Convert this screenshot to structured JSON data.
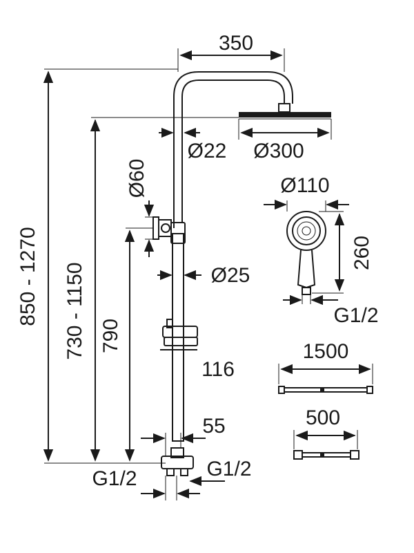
{
  "dimensions": {
    "arm_width": "350",
    "head_diameter": "Ø300",
    "pipe_diameter_upper": "Ø22",
    "total_height_range": "850 - 1270",
    "head_height_range": "730 - 1150",
    "holder_diameter": "Ø60",
    "holder_height": "790",
    "pipe_diameter_lower": "Ø25",
    "slider_dim": "116",
    "valve_width": "55",
    "inlet_left": "G1/2",
    "inlet_right": "G1/2",
    "hand_diameter": "Ø110",
    "hand_length": "260",
    "hand_thread": "G1/2",
    "hose_length": "1500",
    "bar_length": "500"
  }
}
